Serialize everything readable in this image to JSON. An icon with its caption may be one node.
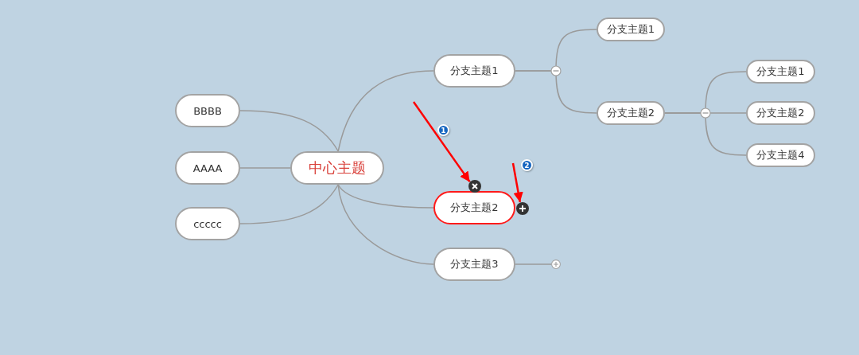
{
  "diagram": {
    "nodes": [
      {
        "text": [
          "中心主题"
        ]
      },
      {
        "text": [
          "BBBB"
        ]
      },
      {
        "text": [
          "AAAA"
        ]
      },
      {
        "text": [
          "ccccc"
        ]
      },
      {
        "text": [
          "分支主题1"
        ]
      },
      {
        "text": [
          "分支主题2"
        ]
      },
      {
        "text": [
          "分支主题3"
        ]
      },
      {
        "text": [
          "分支主题1"
        ]
      },
      {
        "text": [
          "分支主题2"
        ]
      },
      {
        "text": [
          "分支主题1"
        ]
      },
      {
        "text": [
          "分支主题2"
        ]
      },
      {
        "text": [
          "分支主题4"
        ]
      },
      {
        "text": [],
        "shape": "circle"
      },
      {
        "text": [],
        "shape": "circle"
      },
      {
        "text": [],
        "shape": "circle"
      }
    ],
    "edges": [
      {
        "from": 0,
        "to": 1,
        "arrow": "none"
      },
      {
        "from": 0,
        "to": 2,
        "arrow": "none"
      },
      {
        "from": 0,
        "to": 3,
        "arrow": "none"
      },
      {
        "from": 0,
        "to": 4,
        "arrow": "none"
      },
      {
        "from": 0,
        "to": 5,
        "arrow": "none"
      },
      {
        "from": 0,
        "to": 6,
        "arrow": "none"
      },
      {
        "from": 4,
        "to": 7,
        "arrow": "none"
      },
      {
        "from": 4,
        "to": 8,
        "arrow": "none"
      },
      {
        "from": 8,
        "to": 9,
        "arrow": "none"
      },
      {
        "from": 8,
        "to": 10,
        "arrow": "none"
      },
      {
        "from": 8,
        "to": 11,
        "arrow": "none"
      },
      {
        "from": 6,
        "to": 12,
        "arrow": "none"
      },
      {
        "from": null,
        "to": 13,
        "arrow": "to",
        "color": "#ff0000"
      },
      {
        "from": null,
        "to": 14,
        "arrow": "to",
        "color": "#ff0000"
      }
    ],
    "labels": [
      "1",
      "2"
    ]
  }
}
